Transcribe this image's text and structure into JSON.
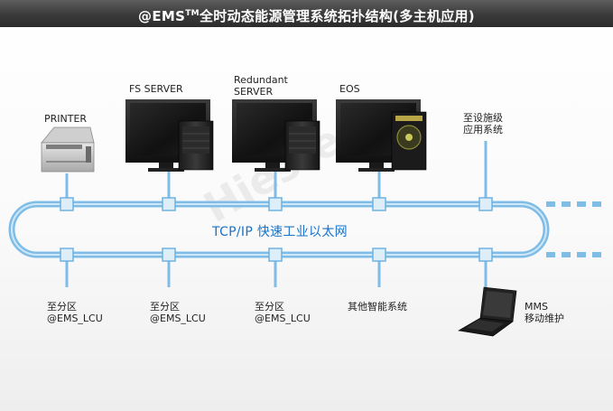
{
  "title": {
    "main": "@EMS",
    "tm": "TM",
    "rest": "全时动态能源管理系统拓扑结构(多主机应用)"
  },
  "network": {
    "ring_label": "TCP/IP 快速工业以太网",
    "ring_color": "#7fbde6",
    "node_color": "#ddeef9"
  },
  "devices_top": {
    "printer": "PRINTER",
    "fs_server": "FS SERVER",
    "redundant_server": [
      "Redundant",
      "SERVER"
    ],
    "eos": "EOS",
    "station_system": [
      "至设施级",
      "应用系统"
    ]
  },
  "devices_bottom": {
    "lcu_1": [
      "至分区",
      "@EMS_LCU"
    ],
    "lcu_2": [
      "至分区",
      "@EMS_LCU"
    ],
    "lcu_3": [
      "至分区",
      "@EMS_LCU"
    ],
    "smart_system": "其他智能系统",
    "mms": [
      "MMS",
      "移动维护"
    ]
  },
  "watermark": "Hiestech"
}
